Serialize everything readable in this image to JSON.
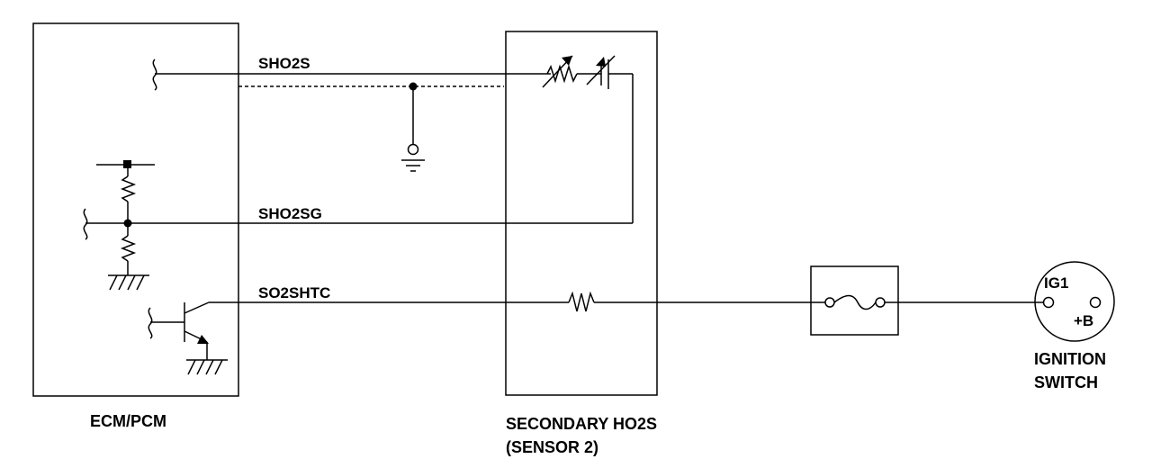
{
  "signals": {
    "sho2s": "SHO2S",
    "sho2sg": "SHO2SG",
    "so2shtc": "SO2SHTC"
  },
  "components": {
    "ecm_pcm": "ECM/PCM",
    "secondary_ho2s_line1": "SECONDARY HO2S",
    "secondary_ho2s_line2": "(SENSOR 2)",
    "ignition_switch_line1": "IGNITION",
    "ignition_switch_line2": "SWITCH",
    "ig1_terminal": "IG1",
    "battery_terminal": "+B"
  },
  "colors": {
    "ink": "#000000",
    "background": "#ffffff"
  }
}
